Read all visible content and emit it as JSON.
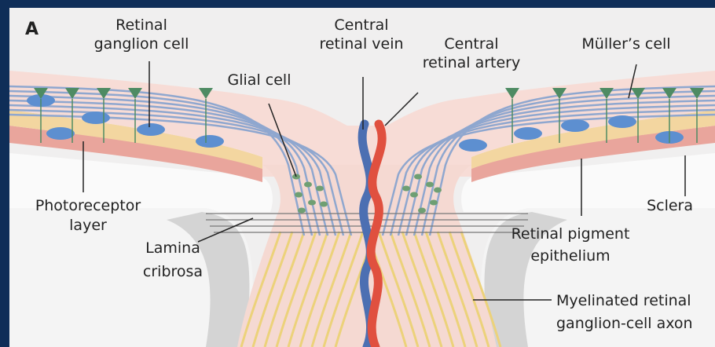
{
  "figure": {
    "panel_label": "A",
    "labels": {
      "retinal_ganglion_cell": [
        "Retinal",
        "ganglion cell"
      ],
      "central_retinal_vein": [
        "Central",
        "retinal vein"
      ],
      "central_retinal_artery": [
        "Central",
        "retinal artery"
      ],
      "mullers_cell": "Müller’s cell",
      "glial_cell": "Glial cell",
      "photoreceptor_layer": [
        "Photoreceptor",
        "layer"
      ],
      "sclera": "Sclera",
      "lamina_cribrosa": [
        "Lamina",
        "cribrosa"
      ],
      "retinal_pigment_epithelium": [
        "Retinal pigment",
        "epithelium"
      ],
      "myelinated_axon": [
        "Myelinated retinal",
        "ganglion-cell axon"
      ]
    },
    "colors": {
      "frame": "#0f2e58",
      "vitreous": "#f0efef",
      "retina": "#f7dcd6",
      "nerve_head": "#f5d9d2",
      "rpe_band": "#f3d6a0",
      "choroid": "#e9a59c",
      "sclera": "#fafafa",
      "cup_gray": "#d2d2d2",
      "axon_blue": "#8fa7cf",
      "axon_yellow": "#ecd27a",
      "vein": "#4c6fb2",
      "artery": "#e0503f",
      "ganglion_nuclei": "#5d8fd0",
      "muller_cells": "#4e8b63"
    }
  }
}
